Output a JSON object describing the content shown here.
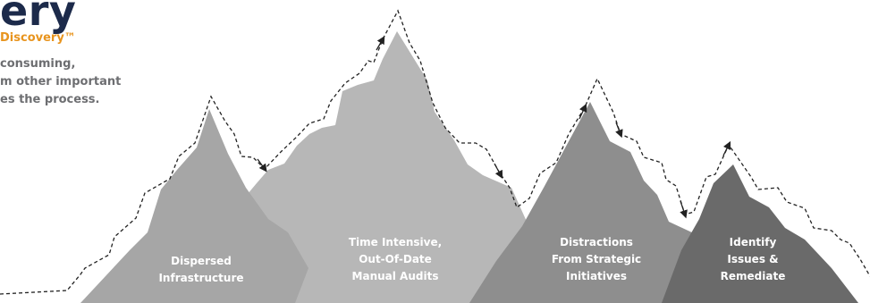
{
  "header": {
    "title": "ery",
    "subtitle": "Discovery™",
    "body_lines": [
      "consuming,",
      "m other important",
      "es the process."
    ]
  },
  "peaks": [
    {
      "lines": [
        "Dispersed",
        "Infrastructure"
      ]
    },
    {
      "lines": [
        "Time Intensive,",
        "Out-Of-Date",
        "Manual Audits"
      ]
    },
    {
      "lines": [
        "Distractions",
        "From Strategic",
        "Initiatives"
      ]
    },
    {
      "lines": [
        "Identify",
        "Issues &",
        "Remediate"
      ]
    }
  ],
  "colors": {
    "title": "#1c2a4a",
    "accent": "#e8941e",
    "body_text": "#6d6e71",
    "mountain_light": "#b7b7b7",
    "mountain_mid": "#a6a6a6",
    "mountain_dark": "#8e8e8e",
    "mountain_darkest": "#6a6a6a",
    "dashed_path": "#222222"
  }
}
